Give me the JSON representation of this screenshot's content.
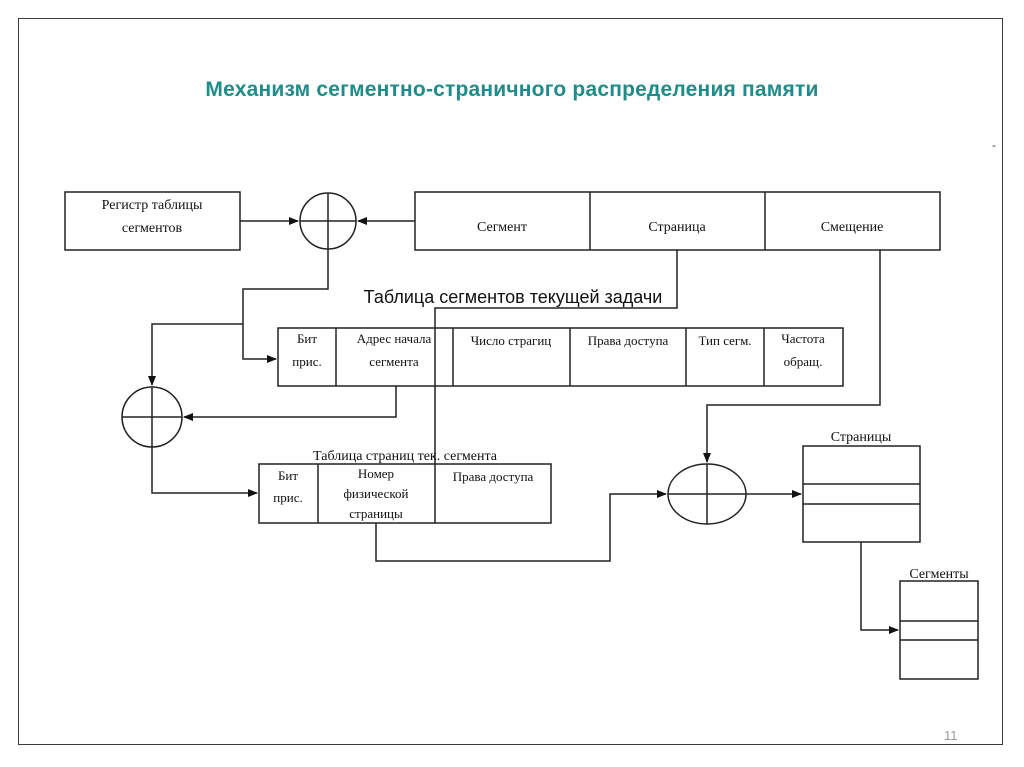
{
  "title": "Механизм сегментно-страничного распределения  памяти",
  "dash": "-",
  "page_number": "11",
  "register_box": {
    "line1": "Регистр таблицы",
    "line2": "сегментов"
  },
  "address_fields": [
    "Сегмент",
    "Страница",
    "Смещение"
  ],
  "segment_table": {
    "caption": "Таблица сегментов текущей задачи",
    "columns": [
      {
        "line1": "Бит",
        "line2": "прис."
      },
      {
        "line1": "Адрес начала",
        "line2": "сегмента"
      },
      {
        "line1": "Число страгиц",
        "line2": ""
      },
      {
        "line1": "Права доступа",
        "line2": ""
      },
      {
        "line1": "Тип сегм.",
        "line2": ""
      },
      {
        "line1": "Частота",
        "line2": "обращ."
      }
    ]
  },
  "page_table": {
    "caption": "Таблица страниц тек. сегмента",
    "columns": [
      {
        "line1": "Бит",
        "line2": "прис.",
        "line3": ""
      },
      {
        "line1": "Номер",
        "line2": "физической",
        "line3": "страницы"
      },
      {
        "line1": "Права доступа",
        "line2": "",
        "line3": ""
      }
    ]
  },
  "pages_label": "Страницы",
  "segments_label": "Сегменты"
}
